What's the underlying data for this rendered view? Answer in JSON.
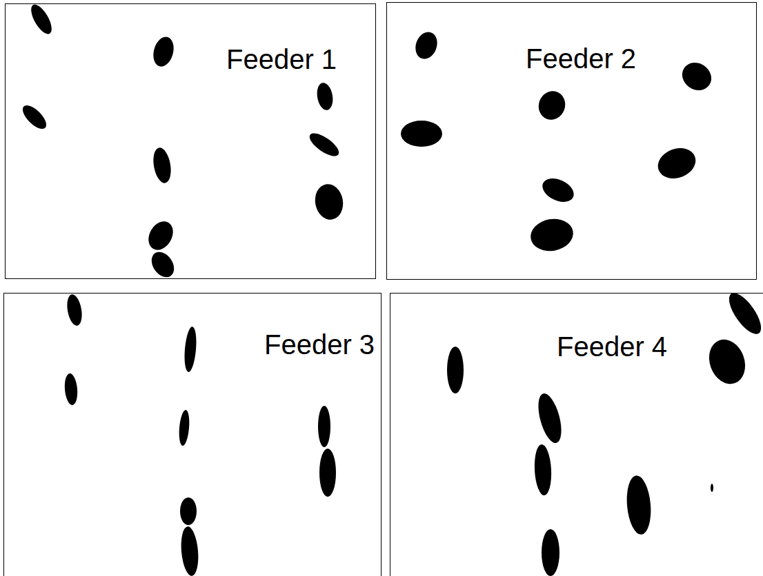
{
  "diagram": {
    "nodes": [
      {
        "text": [
          "Feeder 1"
        ]
      },
      {
        "text": [
          "Feeder 2"
        ]
      },
      {
        "text": [
          "Feeder 3"
        ]
      },
      {
        "text": [
          "Feeder 4"
        ]
      }
    ]
  }
}
